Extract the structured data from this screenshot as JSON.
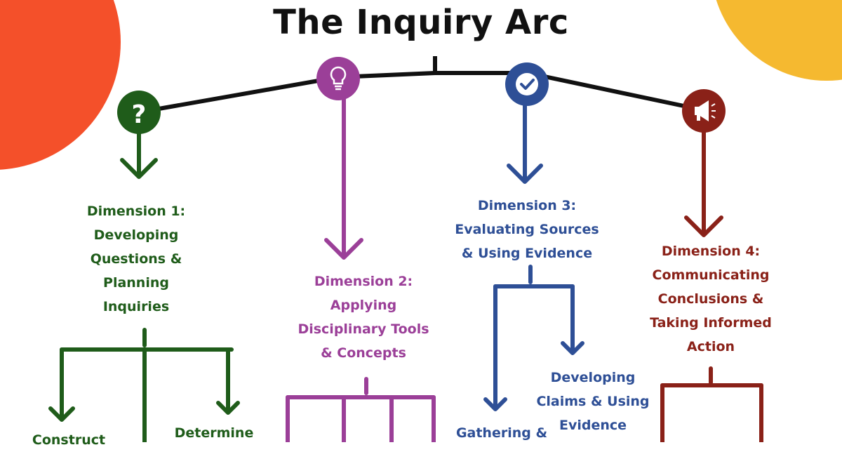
{
  "title": "The Inquiry Arc",
  "colors": {
    "dimension_1": "#1f5c1a",
    "dimension_2": "#9b3f98",
    "dimension_3": "#2e4f96",
    "dimension_4": "#8a2118",
    "accent_left": "#f4502a",
    "accent_right": "#f5b930"
  },
  "dimensions": [
    {
      "icon": "question-mark-icon",
      "lines": [
        "Dimension 1:",
        "Developing",
        "Questions &",
        "Planning",
        "Inquiries"
      ],
      "sub_items": [
        "Construct",
        "Determine"
      ]
    },
    {
      "icon": "lightbulb-icon",
      "lines": [
        "Dimension 2:",
        "Applying",
        "Disciplinary Tools",
        "& Concepts"
      ]
    },
    {
      "icon": "checkmark-icon",
      "lines": [
        "Dimension 3:",
        "Evaluating Sources",
        "& Using Evidence"
      ],
      "sub_items": [
        "Gathering &",
        "Developing",
        "Claims & Using",
        "Evidence"
      ]
    },
    {
      "icon": "megaphone-icon",
      "lines": [
        "Dimension 4:",
        "Communicating",
        "Conclusions &",
        "Taking Informed",
        "Action"
      ]
    }
  ]
}
